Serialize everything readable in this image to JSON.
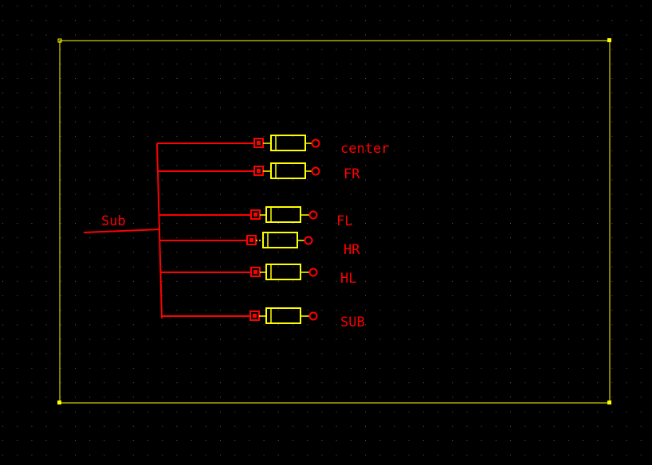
{
  "colors": {
    "background": "#000000",
    "grid_dot": "#5a5a5a",
    "frame": "#ffff00",
    "wire": "#ff0000",
    "component": "#ffff00",
    "label": "#ff0000"
  },
  "schematic": {
    "input_net_label": "Sub",
    "branches": [
      {
        "label": "center"
      },
      {
        "label": "FR"
      },
      {
        "label": "FL"
      },
      {
        "label": "HR"
      },
      {
        "label": "HL"
      },
      {
        "label": "SUB"
      }
    ]
  }
}
